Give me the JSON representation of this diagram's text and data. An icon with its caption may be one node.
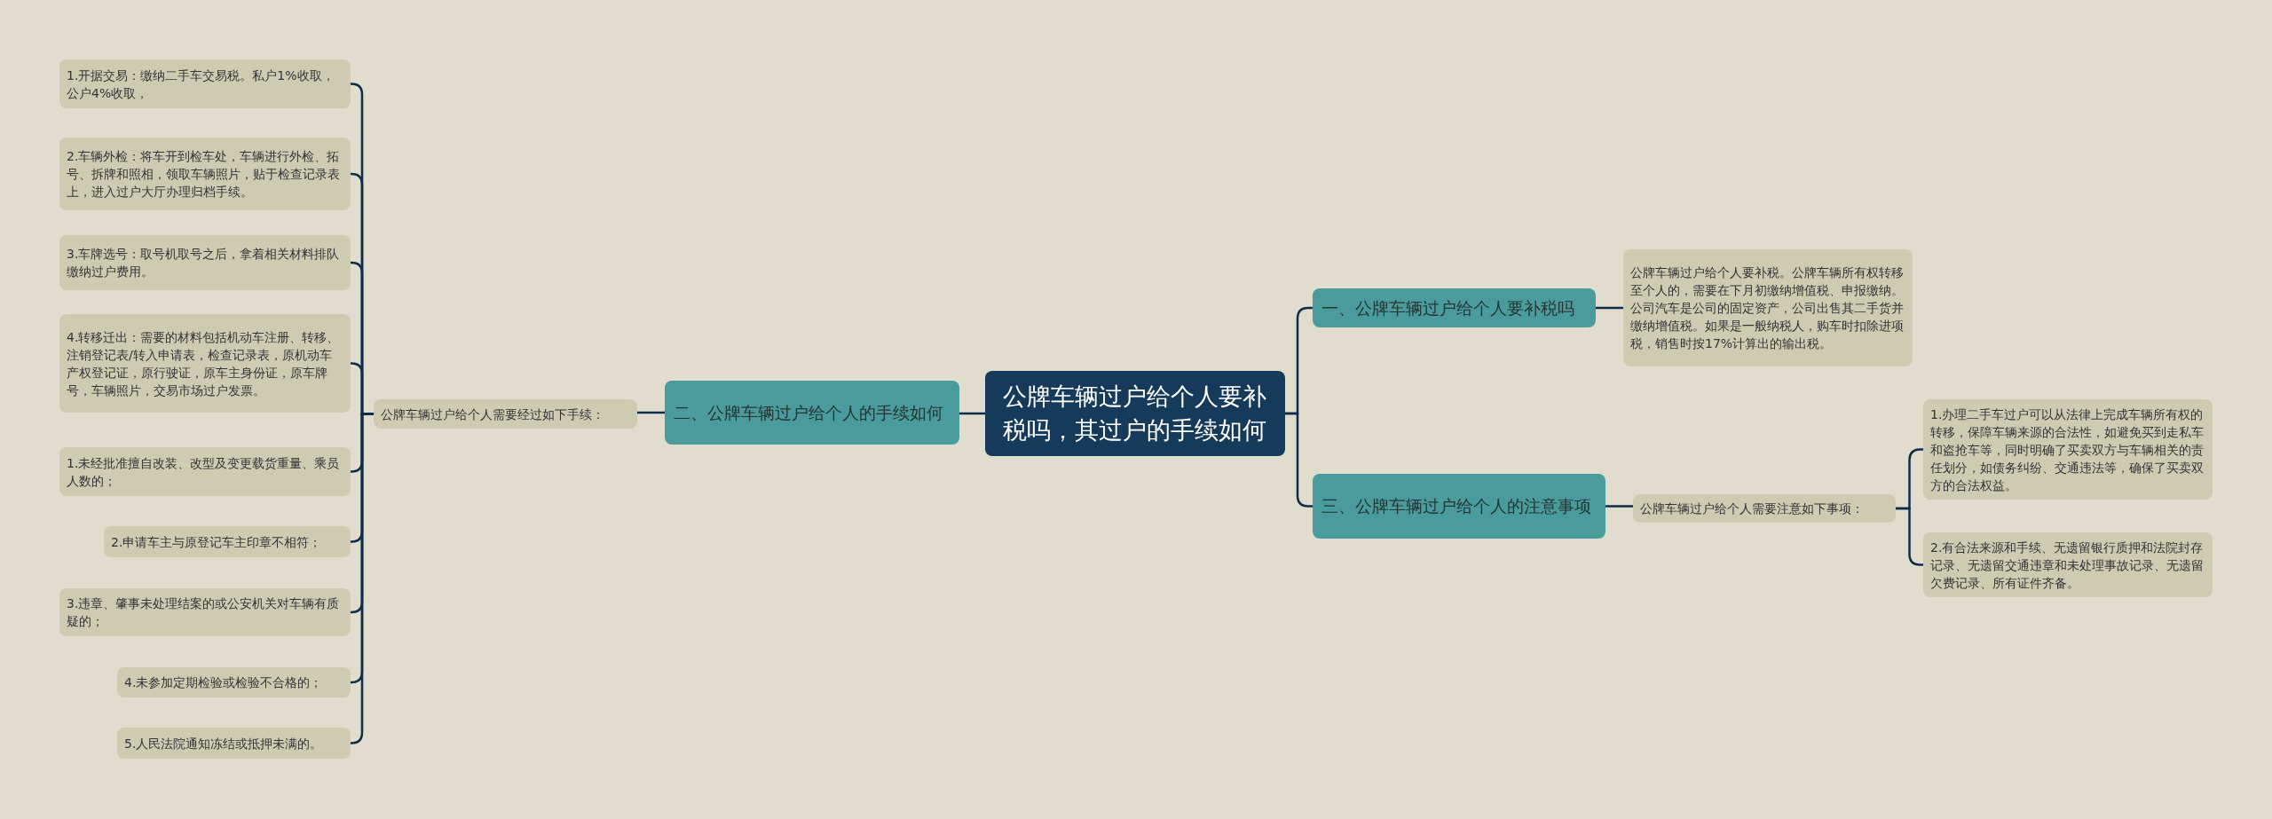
{
  "diagram": {
    "nodes": [
      {
        "text": [
          "公牌车辆过户给个人要补税吗，其过户的手续如何"
        ]
      },
      {
        "text": [
          "一、公牌车辆过户给个人要补税吗"
        ]
      },
      {
        "text": [
          "公牌车辆过户给个人要补税。公牌车辆所有权转移至个人的，需要在下月初缴纳增值税、申报缴纳。公司汽车是公司的固定资产，公司出售其二手货并缴纳增值税。如果是一般纳税人，购车时扣除进项税，销售时按17%计算出的输出税。"
        ]
      },
      {
        "text": [
          "二、公牌车辆过户给个人的手续如何"
        ]
      },
      {
        "text": [
          "公牌车辆过户给个人需要经过如下手续："
        ]
      },
      {
        "text": [
          "1.开据交易：缴纳二手车交易税。私户1%收取，公户4%收取，"
        ]
      },
      {
        "text": [
          "2.车辆外检：将车开到检车处，车辆进行外检、拓号、拆牌和照相，领取车辆照片，贴于检查记录表上，进入过户大厅办理归档手续。"
        ]
      },
      {
        "text": [
          "3.车牌选号：取号机取号之后，拿着相关材料排队缴纳过户费用。"
        ]
      },
      {
        "text": [
          "4.转移迁出：需要的材料包括机动车注册、转移、注销登记表/转入申请表，检查记录表，原机动车产权登记证，原行驶证，原车主身份证，原车牌号，车辆照片，交易市场过户发票。"
        ]
      },
      {
        "text": [
          "1.未经批准擅自改装、改型及变更载货重量、乘员人数的；"
        ]
      },
      {
        "text": [
          "2.申请车主与原登记车主印章不相符；"
        ]
      },
      {
        "text": [
          "3.违章、肇事未处理结案的或公安机关对车辆有质疑的；"
        ]
      },
      {
        "text": [
          "4.未参加定期检验或检验不合格的；"
        ]
      },
      {
        "text": [
          "5.人民法院通知冻结或抵押未满的。"
        ]
      },
      {
        "text": [
          "三、公牌车辆过户给个人的注意事项"
        ]
      },
      {
        "text": [
          "公牌车辆过户给个人需要注意如下事项："
        ]
      },
      {
        "text": [
          "1.办理二手车过户可以从法律上完成车辆所有权的转移，保障车辆来源的合法性，如避免买到走私车和盗抢车等，同时明确了买卖双方与车辆相关的责任划分，如债务纠纷、交通违法等，确保了买卖双方的合法权益。"
        ]
      },
      {
        "text": [
          "2.有合法来源和手续、无遗留银行质押和法院封存记录、无遗留交通违章和未处理事故记录、无遗留欠费记录、所有证件齐备。"
        ]
      }
    ],
    "edges": [
      {
        "from": 0,
        "to": 1,
        "arrow": "none"
      },
      {
        "from": 0,
        "to": 3,
        "arrow": "none"
      },
      {
        "from": 0,
        "to": 14,
        "arrow": "none"
      },
      {
        "from": 1,
        "to": 2,
        "arrow": "none"
      },
      {
        "from": 3,
        "to": 4,
        "arrow": "none"
      },
      {
        "from": 4,
        "to": 5,
        "arrow": "none"
      },
      {
        "from": 4,
        "to": 6,
        "arrow": "none"
      },
      {
        "from": 4,
        "to": 7,
        "arrow": "none"
      },
      {
        "from": 4,
        "to": 8,
        "arrow": "none"
      },
      {
        "from": 4,
        "to": 9,
        "arrow": "none"
      },
      {
        "from": 4,
        "to": 10,
        "arrow": "none"
      },
      {
        "from": 4,
        "to": 11,
        "arrow": "none"
      },
      {
        "from": 4,
        "to": 12,
        "arrow": "none"
      },
      {
        "from": 4,
        "to": 13,
        "arrow": "none"
      },
      {
        "from": 14,
        "to": 15,
        "arrow": "none"
      },
      {
        "from": 15,
        "to": 16,
        "arrow": "none"
      },
      {
        "from": 15,
        "to": 17,
        "arrow": "none"
      }
    ]
  }
}
